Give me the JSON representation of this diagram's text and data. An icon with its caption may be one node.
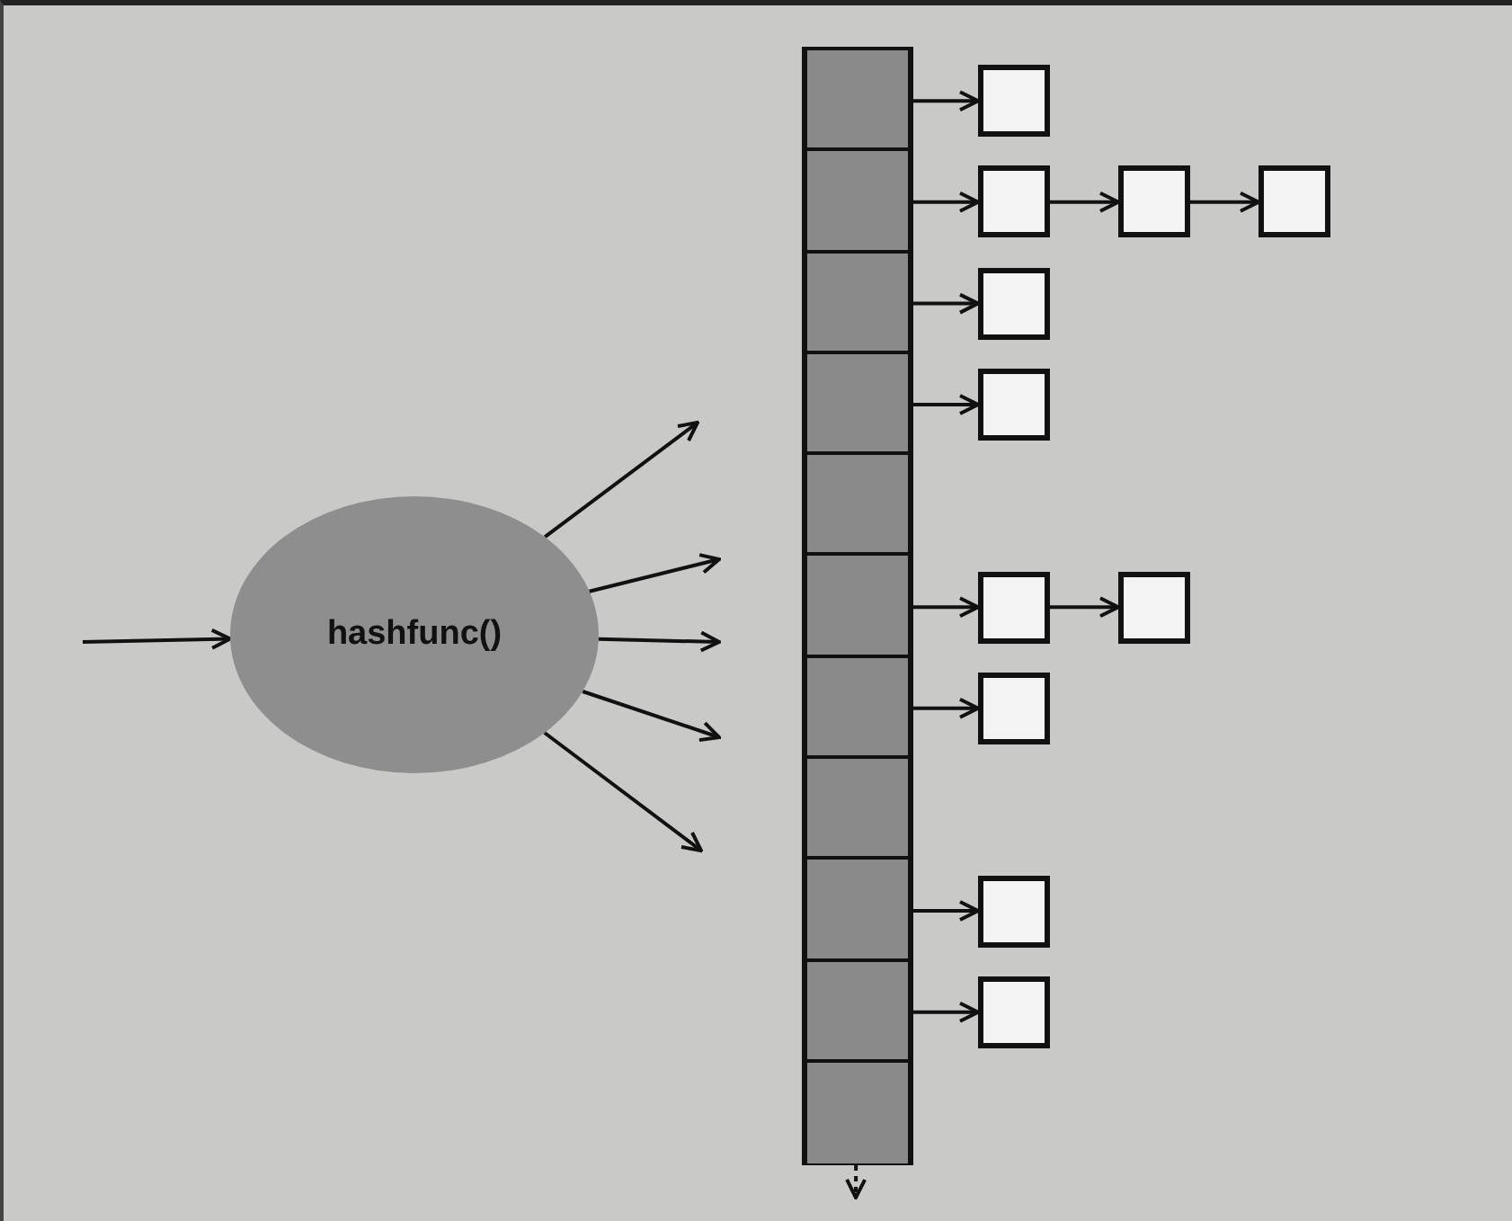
{
  "diagram": {
    "nodes": [
      {
        "text": [
          "hashfunc()"
        ]
      },
      {
        "text": [],
        "shape": "bar"
      },
      {
        "text": [],
        "shape": "box",
        "in": 1
      },
      {
        "text": [],
        "shape": "box",
        "in": 1
      },
      {
        "text": [],
        "shape": "box",
        "in": 1
      },
      {
        "text": [],
        "shape": "box",
        "in": 1
      },
      {
        "text": [],
        "shape": "box",
        "in": 1
      },
      {
        "text": [],
        "shape": "box",
        "in": 1
      },
      {
        "text": [],
        "shape": "box",
        "in": 1
      },
      {
        "text": [],
        "shape": "box",
        "in": 1
      },
      {
        "text": [],
        "shape": "box",
        "in": 1
      },
      {
        "text": [],
        "shape": "box",
        "in": 1
      },
      {
        "text": [],
        "shape": "box",
        "in": 1
      },
      {
        "text": [],
        "shape": "box"
      },
      {
        "text": [],
        "shape": "box"
      },
      {
        "text": [],
        "shape": "box"
      },
      {
        "text": [],
        "shape": "box"
      },
      {
        "text": [],
        "shape": "box"
      },
      {
        "text": [],
        "shape": "box"
      },
      {
        "text": [],
        "shape": "box"
      },
      {
        "text": [],
        "shape": "box"
      },
      {
        "text": [],
        "shape": "box"
      },
      {
        "text": [],
        "shape": "box"
      },
      {
        "text": [],
        "shape": "box"
      }
    ],
    "edges": [
      {
        "from": null,
        "to": 0,
        "arrow": "to"
      },
      {
        "from": 0,
        "to": null,
        "arrow": "to"
      },
      {
        "from": 0,
        "to": null,
        "arrow": "to"
      },
      {
        "from": 0,
        "to": null,
        "arrow": "to"
      },
      {
        "from": 0,
        "to": null,
        "arrow": "to"
      },
      {
        "from": 0,
        "to": null,
        "arrow": "to"
      },
      {
        "from": 2,
        "to": 13,
        "arrow": "to"
      },
      {
        "from": 3,
        "to": 14,
        "arrow": "to"
      },
      {
        "from": 14,
        "to": 15,
        "arrow": "to"
      },
      {
        "from": 15,
        "to": 16,
        "arrow": "to"
      },
      {
        "from": 4,
        "to": 17,
        "arrow": "to"
      },
      {
        "from": 5,
        "to": 18,
        "arrow": "to"
      },
      {
        "from": 7,
        "to": 19,
        "arrow": "to"
      },
      {
        "from": 19,
        "to": 20,
        "arrow": "to"
      },
      {
        "from": 8,
        "to": 21,
        "arrow": "to"
      },
      {
        "from": 10,
        "to": 22,
        "arrow": "to"
      },
      {
        "from": 11,
        "to": 23,
        "arrow": "to"
      },
      {
        "from": 1,
        "to": null,
        "arrow": "to",
        "style": "dashed"
      }
    ]
  }
}
